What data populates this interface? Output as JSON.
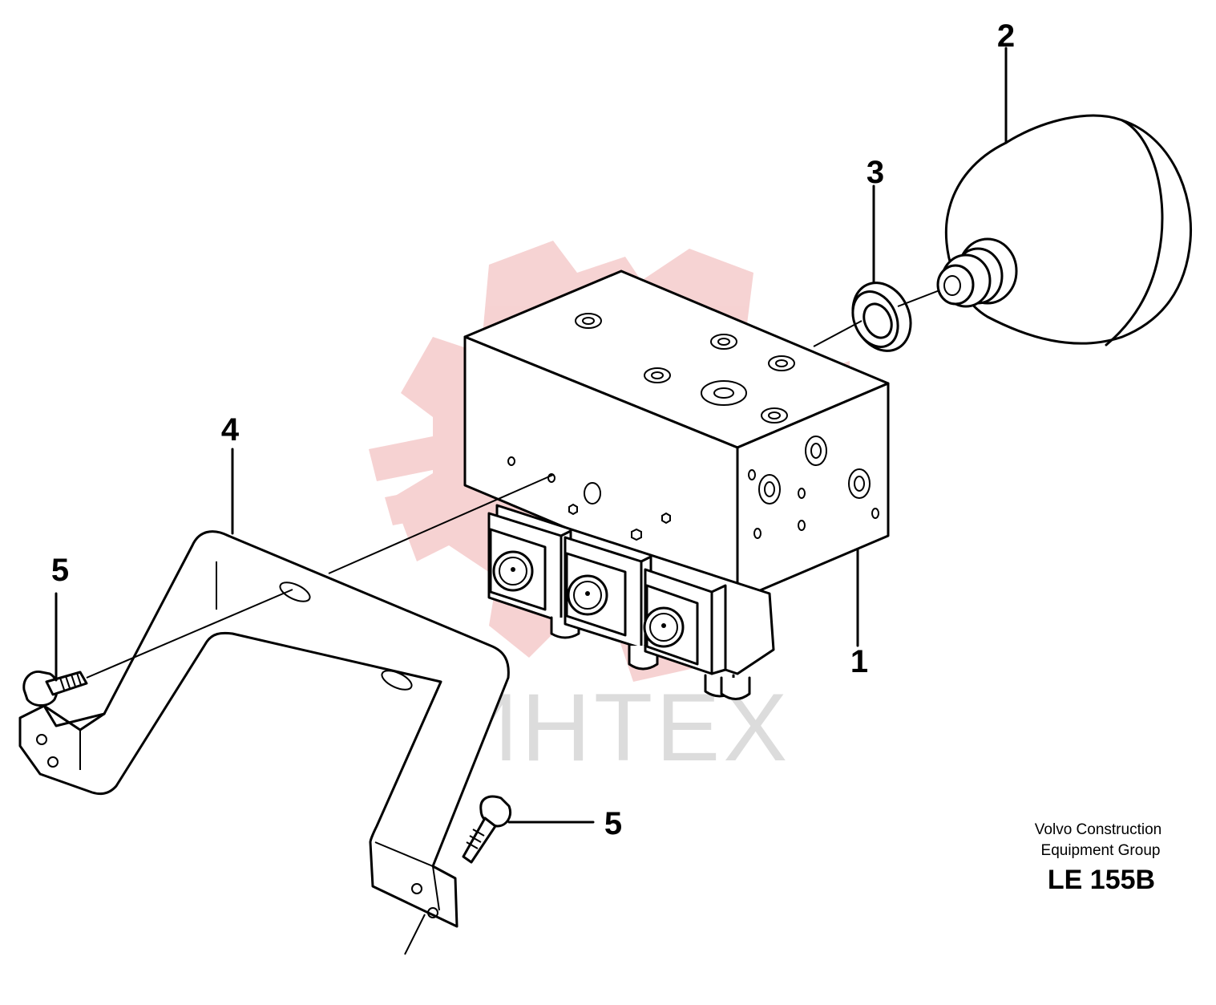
{
  "diagram": {
    "callouts": [
      {
        "id": "c1",
        "text": "1"
      },
      {
        "id": "c2",
        "text": "2"
      },
      {
        "id": "c3",
        "text": "3"
      },
      {
        "id": "c4",
        "text": "4"
      },
      {
        "id": "c5a",
        "text": "5"
      },
      {
        "id": "c5b",
        "text": "5"
      }
    ],
    "credit": {
      "line1": "Volvo Construction",
      "line2": "Equipment Group"
    },
    "figure_code": "LE 155B",
    "watermark": {
      "text": "ИНТЕХ",
      "color": "#f4c8c8"
    }
  }
}
